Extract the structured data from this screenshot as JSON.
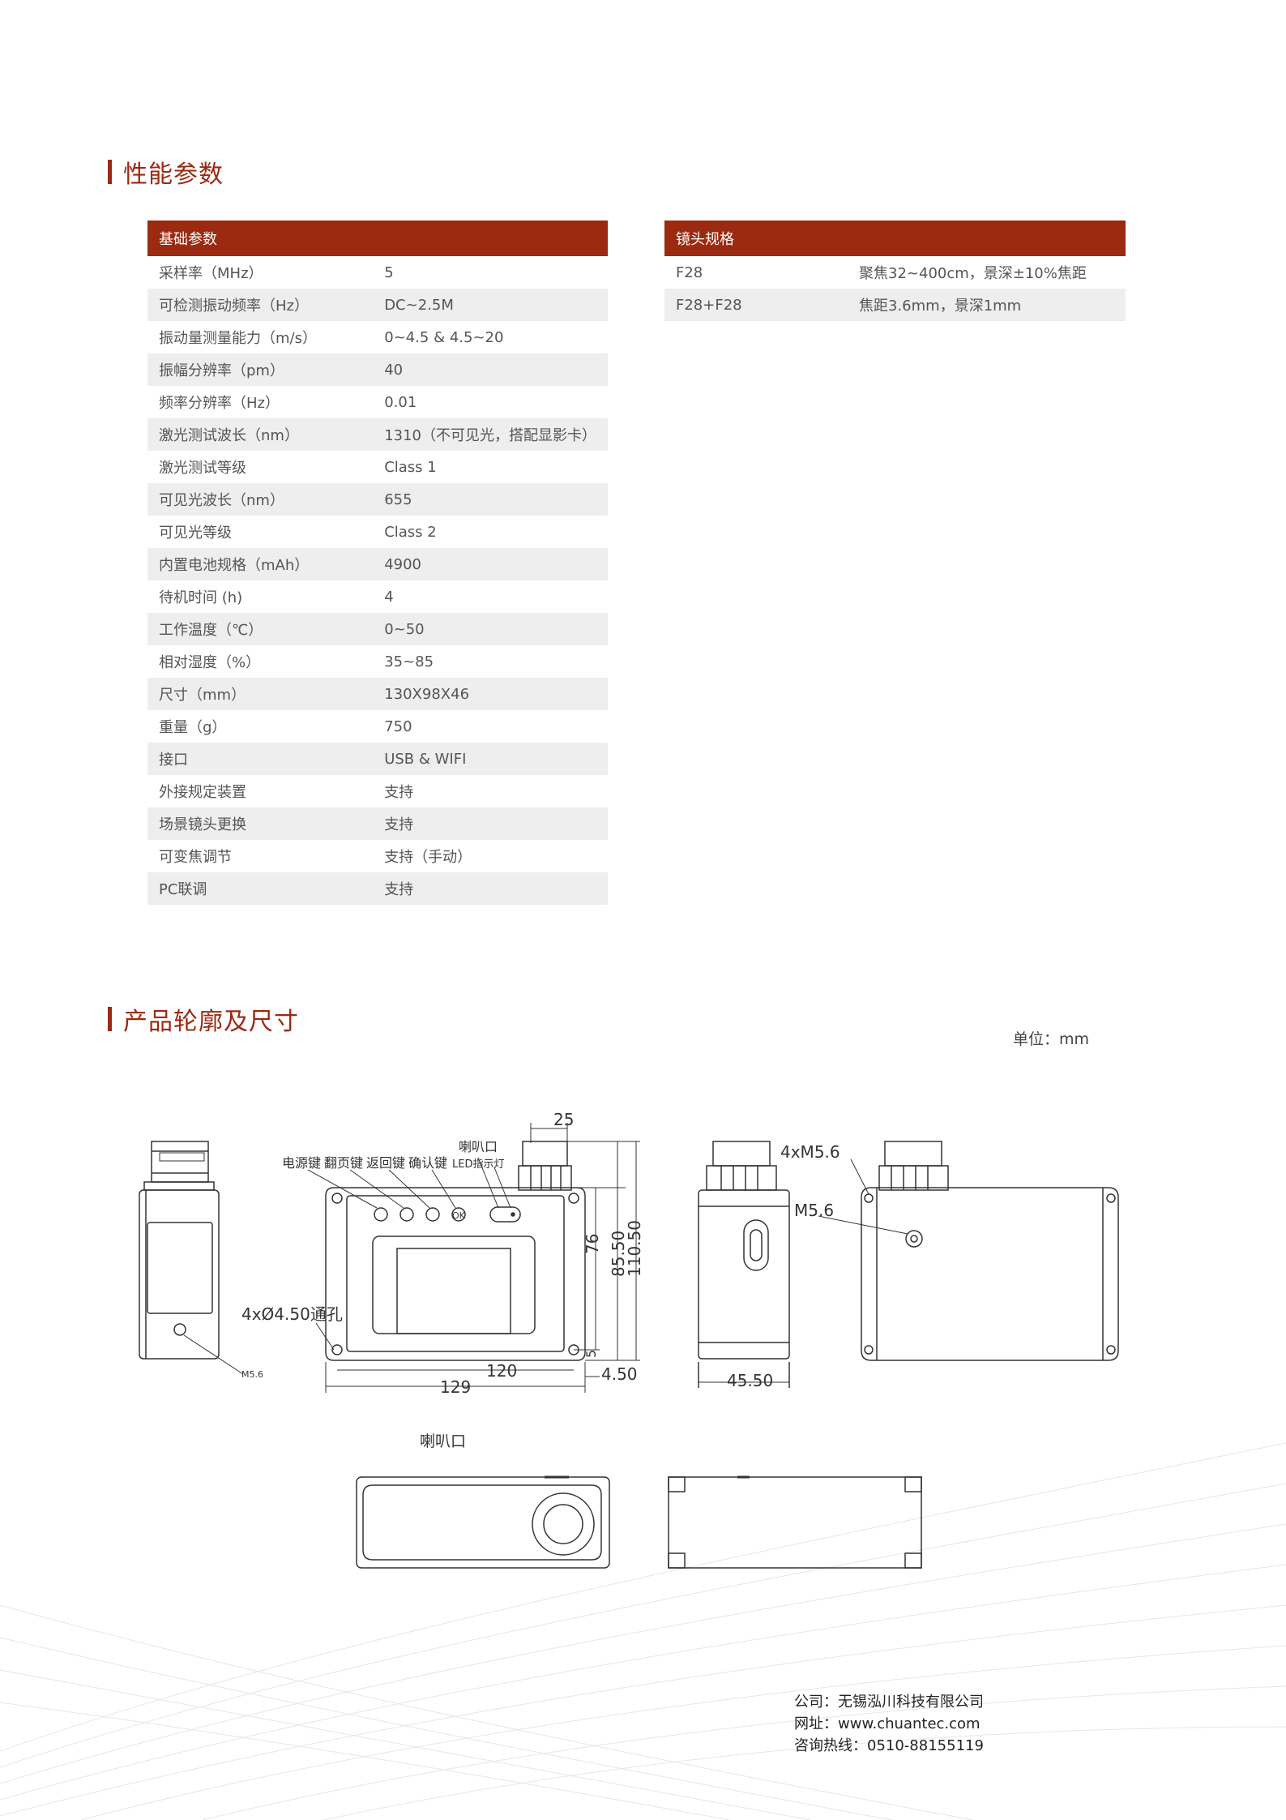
{
  "performance": {
    "title": "性能参数",
    "basic_table": {
      "header": "基础参数",
      "rows": [
        [
          "采样率（MHz）",
          "5"
        ],
        [
          "可检测振动频率（Hz）",
          "DC~2.5M"
        ],
        [
          "振动量测量能力（m/s）",
          "0~4.5 & 4.5~20"
        ],
        [
          "振幅分辨率（pm）",
          "40"
        ],
        [
          "频率分辨率（Hz）",
          "0.01"
        ],
        [
          "激光测试波长（nm）",
          "1310（不可见光，搭配显影卡）"
        ],
        [
          "激光测试等级",
          "Class 1"
        ],
        [
          "可见光波长（nm）",
          "655"
        ],
        [
          "可见光等级",
          "Class 2"
        ],
        [
          "内置电池规格（mAh）",
          "4900"
        ],
        [
          "待机时间  (h)",
          "4"
        ],
        [
          "工作温度（℃）",
          "0~50"
        ],
        [
          "相对湿度（%）",
          "35~85"
        ],
        [
          "尺寸（mm）",
          "130X98X46"
        ],
        [
          "重量（g）",
          "750"
        ],
        [
          "接口",
          "USB & WIFI"
        ],
        [
          "外接规定装置",
          "支持"
        ],
        [
          "场景镜头更换",
          "支持"
        ],
        [
          "可变焦调节",
          "支持（手动）"
        ],
        [
          "PC联调",
          "支持"
        ]
      ]
    },
    "lens_table": {
      "header": "镜头规格",
      "rows": [
        [
          "F28",
          "聚焦32~400cm，景深±10%焦距"
        ],
        [
          "F28+F28",
          "焦距3.6mm，景深1mm"
        ]
      ]
    }
  },
  "outline": {
    "title": "产品轮廓及尺寸",
    "unit": "单位：mm",
    "labels": {
      "power_key": "电源键",
      "page_key": "翻页键",
      "back_key": "返回键",
      "ok_key": "确认键",
      "speaker": "喇叭口",
      "led": "LED指示灯",
      "holes": "4xØ4.50通孔",
      "m5_small": "M5.6",
      "m5_top": "4xM5.6",
      "m5_mid": "M5.6",
      "speaker_bottom": "喇叭口",
      "ok_text": "OK"
    },
    "dimensions": {
      "d25": "25",
      "d76": "76",
      "d85": "85.50",
      "d110": "110.50",
      "d5": "5",
      "d120": "120",
      "d129": "129",
      "d450": "4.50",
      "d4550": "45.50"
    }
  },
  "footer": {
    "company_label": "公司：",
    "company": "无锡泓川科技有限公司",
    "site_label": "网址：",
    "site": "www.chuantec.com",
    "phone_label": "咨询热线：",
    "phone": "0510-88155119"
  },
  "colors": {
    "accent": "#9b2a10",
    "row_alt": "#eeeeee"
  }
}
